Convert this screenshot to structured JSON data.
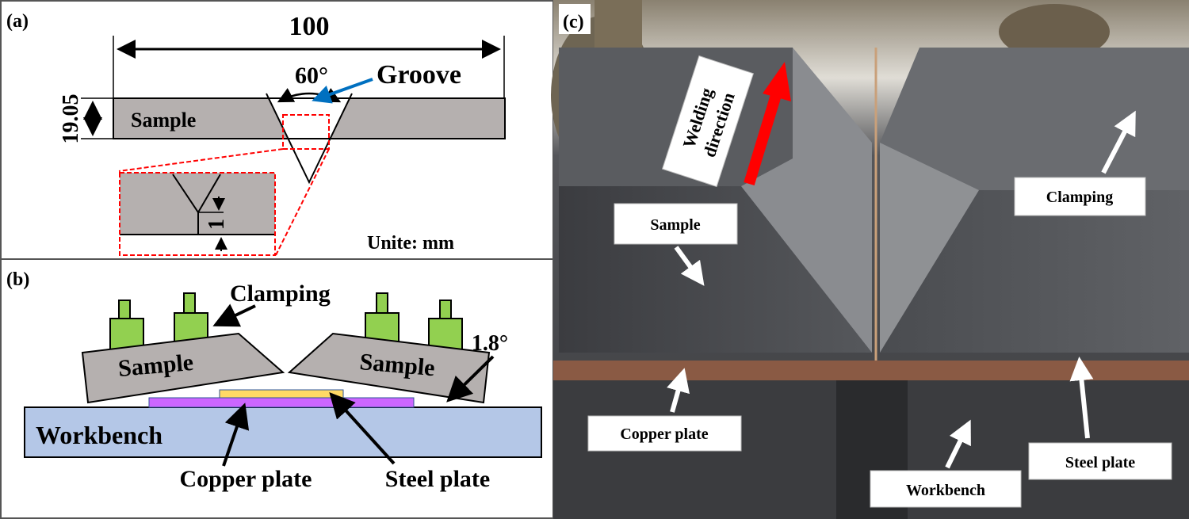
{
  "panel_a": {
    "label": "(a)",
    "width_dim": "100",
    "thickness_dim": "19.05",
    "angle": "60°",
    "groove": "Groove",
    "sample": "Sample",
    "root_dim": "1",
    "unit": "Unite: mm"
  },
  "panel_b": {
    "label": "(b)",
    "clamping": "Clamping",
    "sample_left": "Sample",
    "sample_right": "Sample",
    "angle": "1.8°",
    "workbench": "Workbench",
    "copper": "Copper plate",
    "steel": "Steel plate"
  },
  "panel_c": {
    "label": "(c)",
    "welding_1": "Welding",
    "welding_2": "direction",
    "sample": "Sample",
    "clamping": "Clamping",
    "copper": "Copper plate",
    "steel": "Steel plate",
    "workbench": "Workbench"
  },
  "colors": {
    "sample": "#b5b0af",
    "clamp": "#92d050",
    "workbench": "#b4c7e7",
    "copper_plate": "#cc66ff",
    "steel_plate": "#ffd966",
    "groove_arrow": "#0070c0",
    "zoom_box": "#ff0000",
    "welding_arrow": "#ff0000"
  }
}
